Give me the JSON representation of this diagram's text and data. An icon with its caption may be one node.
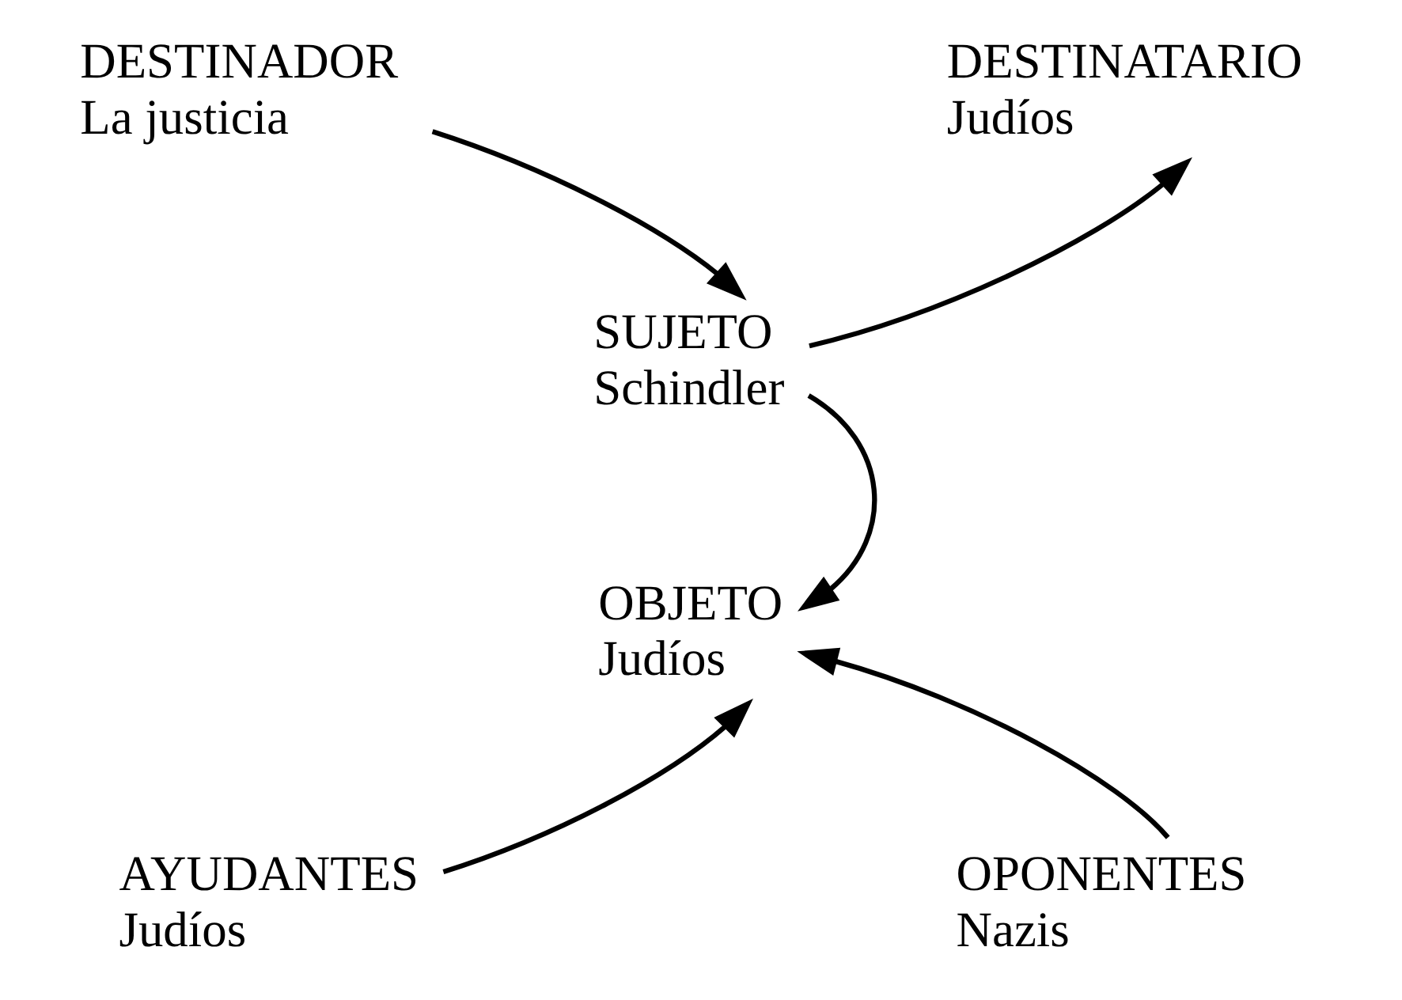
{
  "diagram": {
    "nodes": [
      {
        "text": [
          "DESTINADOR",
          "La justicia"
        ]
      },
      {
        "text": [
          "DESTINATARIO",
          "Judíos"
        ]
      },
      {
        "text": [
          "SUJETO",
          "Schindler"
        ]
      },
      {
        "text": [
          "OBJETO",
          "Judíos"
        ]
      },
      {
        "text": [
          "AYUDANTES",
          "Judíos"
        ]
      },
      {
        "text": [
          "OPONENTES",
          "Nazis"
        ]
      }
    ],
    "edges": [
      {
        "from": 0,
        "to": 2,
        "arrow": "to"
      },
      {
        "from": 2,
        "to": 1,
        "arrow": "to"
      },
      {
        "from": 2,
        "to": 3,
        "arrow": "to"
      },
      {
        "from": 4,
        "to": 3,
        "arrow": "to"
      },
      {
        "from": 5,
        "to": 3,
        "arrow": "to"
      }
    ]
  }
}
